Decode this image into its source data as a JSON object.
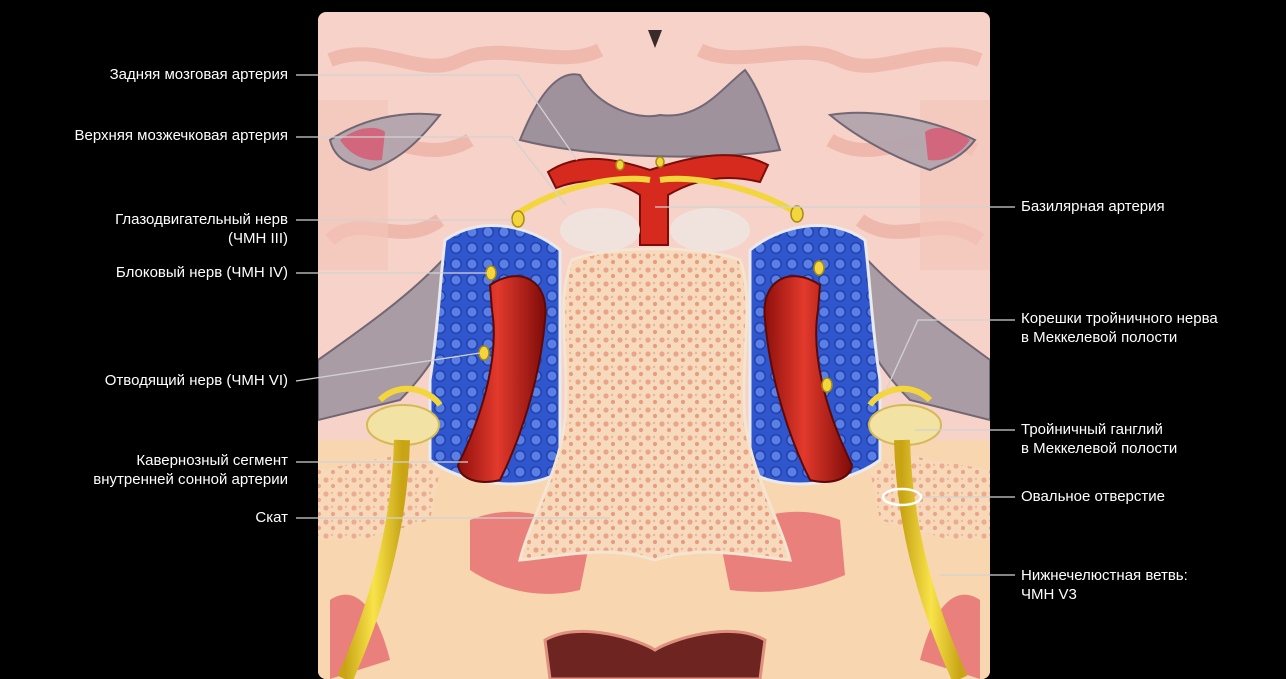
{
  "labels_left": [
    {
      "id": "posterior-cerebral-artery",
      "lines": [
        "Задняя мозговая артерия"
      ]
    },
    {
      "id": "superior-cerebellar-artery",
      "lines": [
        "Верхняя мозжечковая артерия"
      ]
    },
    {
      "id": "oculomotor-nerve",
      "lines": [
        "Глазодвигательный нерв",
        "(ЧМН III)"
      ]
    },
    {
      "id": "trochlear-nerve",
      "lines": [
        "Блоковый нерв (ЧМН IV)"
      ]
    },
    {
      "id": "abducens-nerve",
      "lines": [
        "Отводящий нерв (ЧМН VI)"
      ]
    },
    {
      "id": "cavernous-ica",
      "lines": [
        "Кавернозный сегмент",
        "внутренней сонной артерии"
      ]
    },
    {
      "id": "clivus",
      "lines": [
        "Скат"
      ]
    }
  ],
  "labels_right": [
    {
      "id": "basilar-artery",
      "lines": [
        "Базилярная артерия"
      ]
    },
    {
      "id": "trigeminal-roots",
      "lines": [
        "Корешки тройничного нерва",
        "в Меккелевой полости"
      ]
    },
    {
      "id": "trigeminal-ganglion",
      "lines": [
        "Тройничный ганглий",
        "в Меккелевой полости"
      ]
    },
    {
      "id": "foramen-ovale",
      "lines": [
        "Овальное отверстие"
      ]
    },
    {
      "id": "mandibular-branch",
      "lines": [
        "Нижнечелюстная ветвь:",
        "ЧМН V3"
      ]
    }
  ],
  "colors": {
    "background": "#000000",
    "tissue_pink": "#f6cfc6",
    "brain_light": "#f3c3b8",
    "bone": "#f6dcc0",
    "bone_dots": "#e9a68a",
    "artery_red": "#d0241d",
    "sinus_blue": "#2e55c9",
    "nerve_yellow": "#f1d534",
    "dura_gray": "#8f8490",
    "leader_line": "#cfcfcf"
  }
}
